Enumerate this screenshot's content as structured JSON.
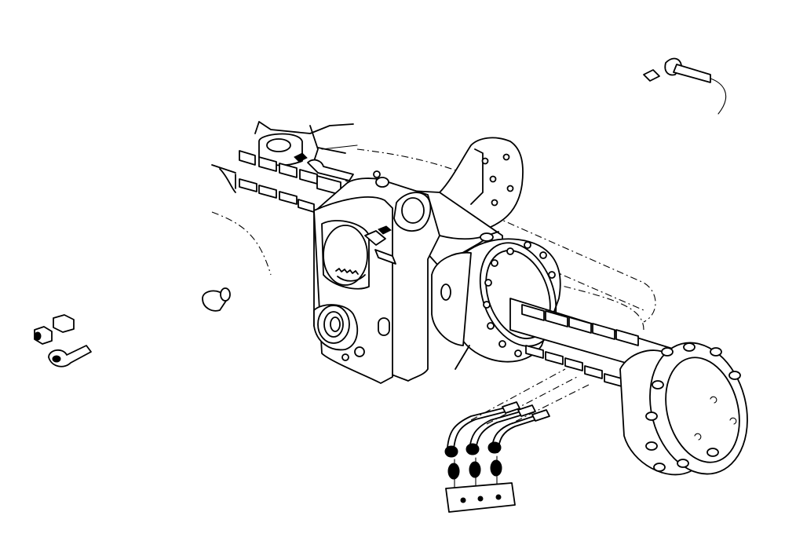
{
  "diagram": {
    "kind": "exploded-parts-illustration",
    "colors": {
      "line": "#000000",
      "background": "#ffffff"
    },
    "parts": [
      "axle-housing",
      "differential-housing",
      "final-drive-hub",
      "axle-shaft-splined",
      "mounting-bracket",
      "pivot-pin",
      "sensor-with-cable",
      "hydraulic-fittings",
      "hydraulic-tube-bundle",
      "tube-clamp-plate",
      "plug-fitting",
      "cap-screw",
      "drain-plug"
    ]
  }
}
